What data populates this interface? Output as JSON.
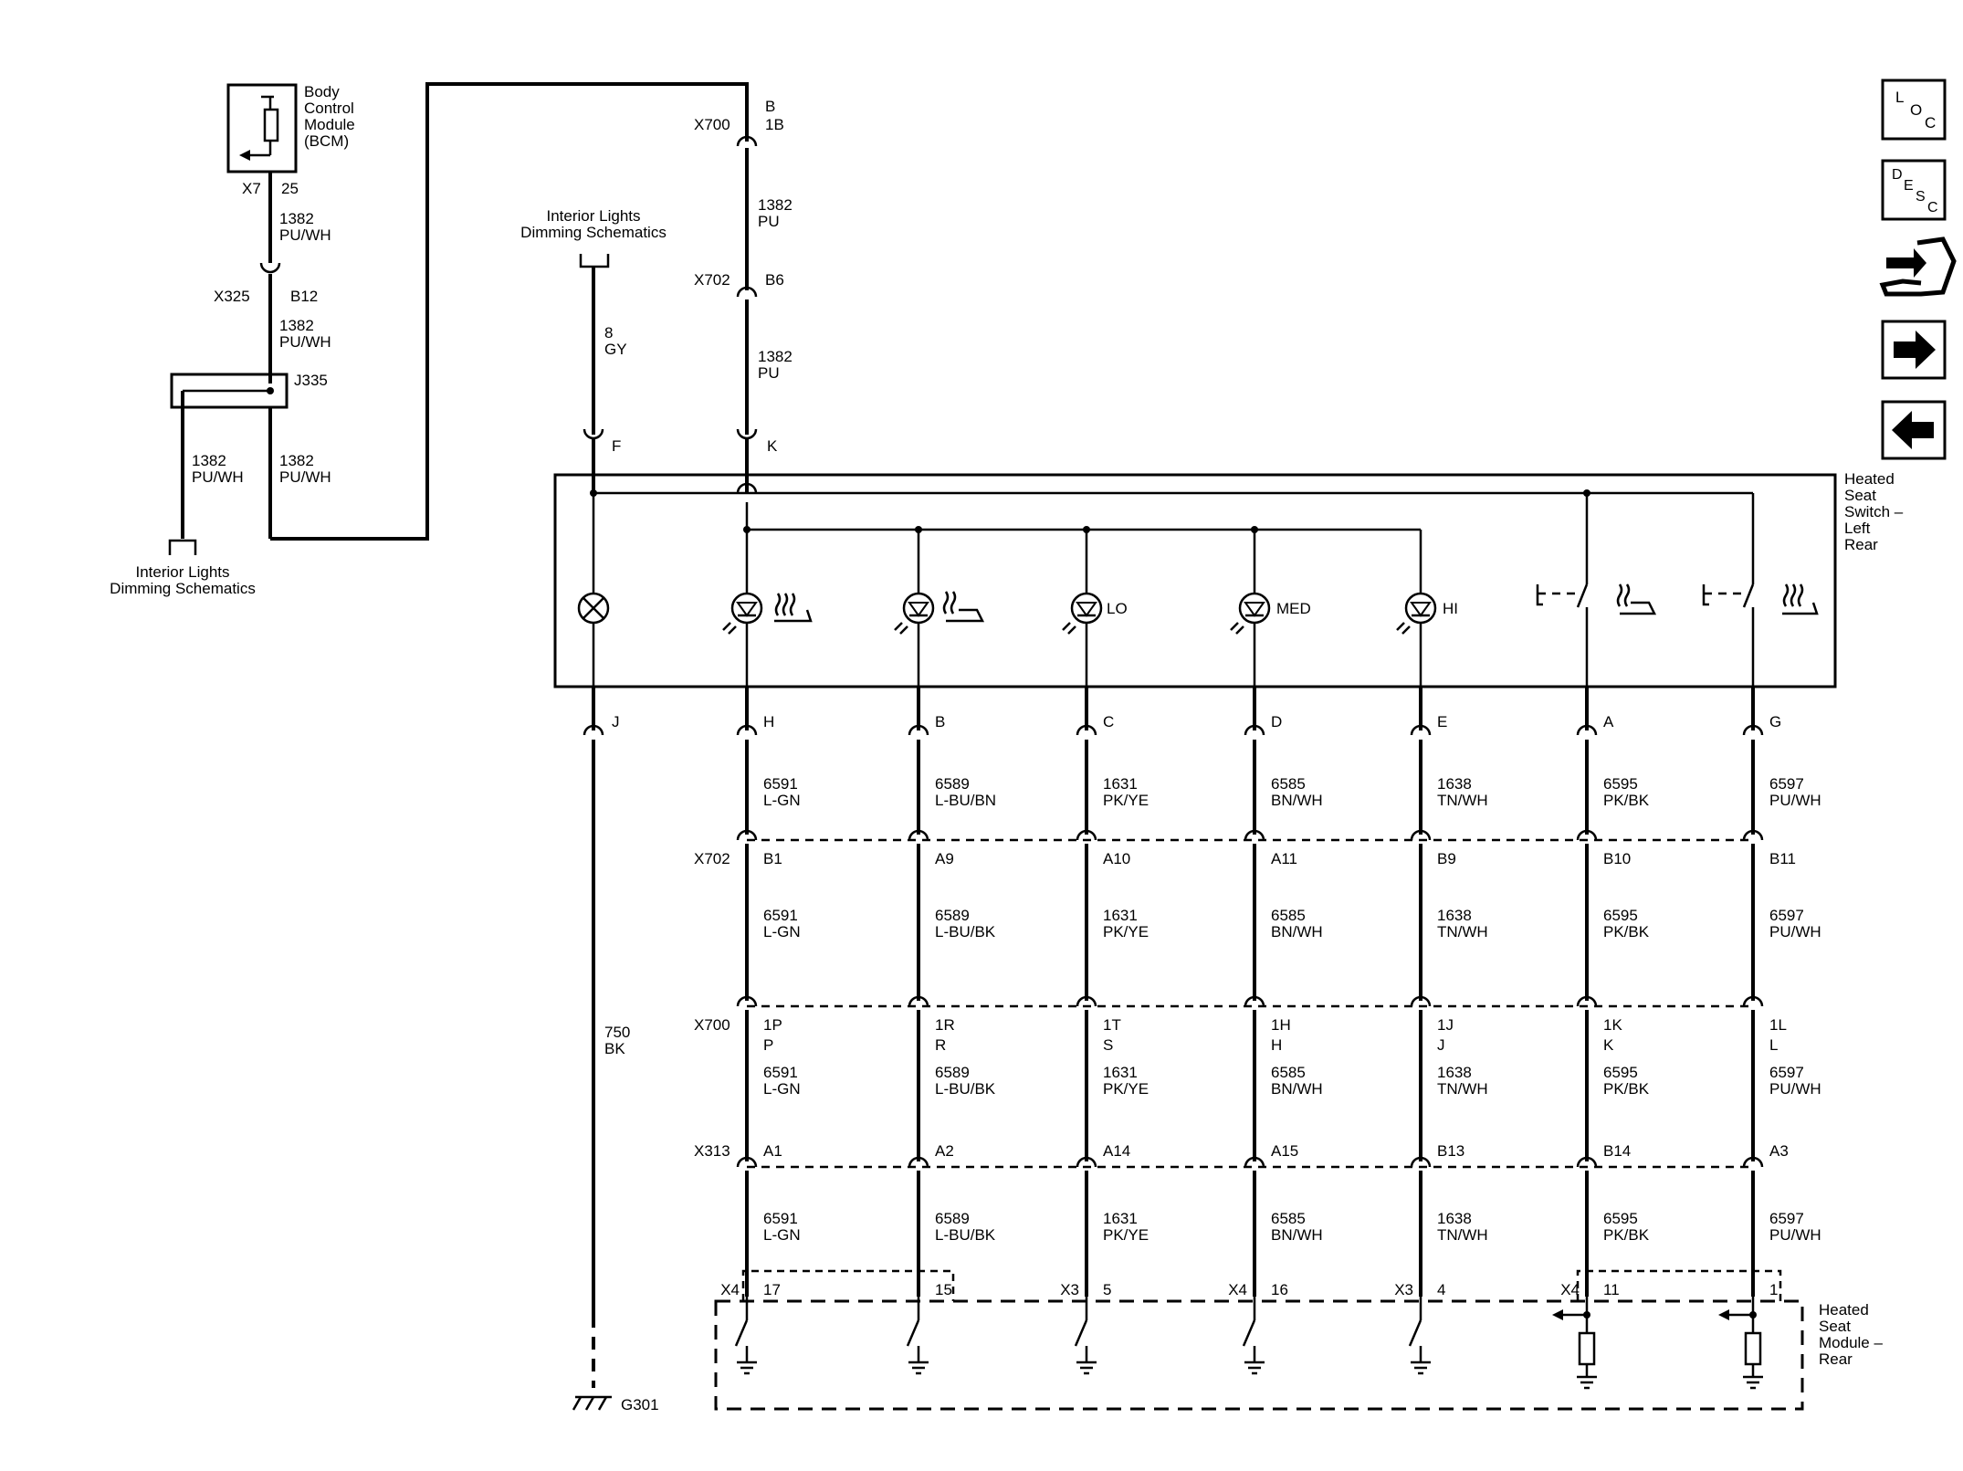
{
  "bcm": {
    "lines": [
      "Body",
      "Control",
      "Module",
      "(BCM)"
    ],
    "conn": "X7",
    "pin": "25"
  },
  "bcm_wire": {
    "circuit": "1382",
    "color": "PU/WH"
  },
  "x325": {
    "conn": "X325",
    "pin": "B12"
  },
  "x325_wire": {
    "circuit": "1382",
    "color": "PU/WH"
  },
  "splice": {
    "id": "J335"
  },
  "splice_left_wire": {
    "circuit": "1382",
    "color": "PU/WH"
  },
  "splice_right_wire": {
    "circuit": "1382",
    "color": "PU/WH"
  },
  "ref_left": {
    "lines": [
      "Interior Lights",
      "Dimming Schematics"
    ]
  },
  "ref_mid": {
    "lines": [
      "Interior Lights",
      "Dimming Schematics"
    ]
  },
  "gy_wire": {
    "circuit": "8",
    "color": "GY"
  },
  "x700_top": {
    "conn": "X700",
    "cavity": "B",
    "pin": "1B"
  },
  "pu_wire_1": {
    "circuit": "1382",
    "color": "PU"
  },
  "x702_top": {
    "conn": "X702",
    "pin": "B6"
  },
  "pu_wire_2": {
    "circuit": "1382",
    "color": "PU"
  },
  "switch_pins_top": {
    "f": "F",
    "k": "K"
  },
  "switch": {
    "lines": [
      "Heated",
      "Seat",
      "Switch –",
      "Left",
      "Rear"
    ]
  },
  "led_labels": {
    "lo": "LO",
    "med": "MED",
    "hi": "HI"
  },
  "bk_wire": {
    "circuit": "750",
    "color": "BK",
    "pin": "J"
  },
  "ground": {
    "id": "G301"
  },
  "conn_names": {
    "x702": "X702",
    "x700": "X700",
    "x313": "X313"
  },
  "columns": [
    {
      "sw_pin": "H",
      "circuit": "6591",
      "c1": "L-GN",
      "c2": "L-GN",
      "x702": "B1",
      "x700a": "1P",
      "x700b": "P",
      "x313": "A1",
      "mod_conn": "X4",
      "mod_pin": "17"
    },
    {
      "sw_pin": "B",
      "circuit": "6589",
      "c1": "L-BU/BN",
      "c2": "L-BU/BK",
      "x702": "A9",
      "x700a": "1R",
      "x700b": "R",
      "x313": "A2",
      "mod_conn": "",
      "mod_pin": "15"
    },
    {
      "sw_pin": "C",
      "circuit": "1631",
      "c1": "PK/YE",
      "c2": "PK/YE",
      "x702": "A10",
      "x700a": "1T",
      "x700b": "S",
      "x313": "A14",
      "mod_conn": "X3",
      "mod_pin": "5"
    },
    {
      "sw_pin": "D",
      "circuit": "6585",
      "c1": "BN/WH",
      "c2": "BN/WH",
      "x702": "A11",
      "x700a": "1H",
      "x700b": "H",
      "x313": "A15",
      "mod_conn": "X4",
      "mod_pin": "16"
    },
    {
      "sw_pin": "E",
      "circuit": "1638",
      "c1": "TN/WH",
      "c2": "TN/WH",
      "x702": "B9",
      "x700a": "1J",
      "x700b": "J",
      "x313": "B13",
      "mod_conn": "X3",
      "mod_pin": "4"
    },
    {
      "sw_pin": "A",
      "circuit": "6595",
      "c1": "PK/BK",
      "c2": "PK/BK",
      "x702": "B10",
      "x700a": "1K",
      "x700b": "K",
      "x313": "B14",
      "mod_conn": "X4",
      "mod_pin": "11"
    },
    {
      "sw_pin": "G",
      "circuit": "6597",
      "c1": "PU/WH",
      "c2": "PU/WH",
      "x702": "B11",
      "x700a": "1L",
      "x700b": "L",
      "x313": "A3",
      "mod_conn": "",
      "mod_pin": "1"
    }
  ],
  "module": {
    "lines": [
      "Heated",
      "Seat",
      "Module –",
      "Rear"
    ]
  },
  "nav": {
    "loc": {
      "a": "L",
      "b": "O",
      "c": "C"
    },
    "desc": {
      "a": "D",
      "b": "E",
      "c": "S",
      "d": "C"
    }
  }
}
